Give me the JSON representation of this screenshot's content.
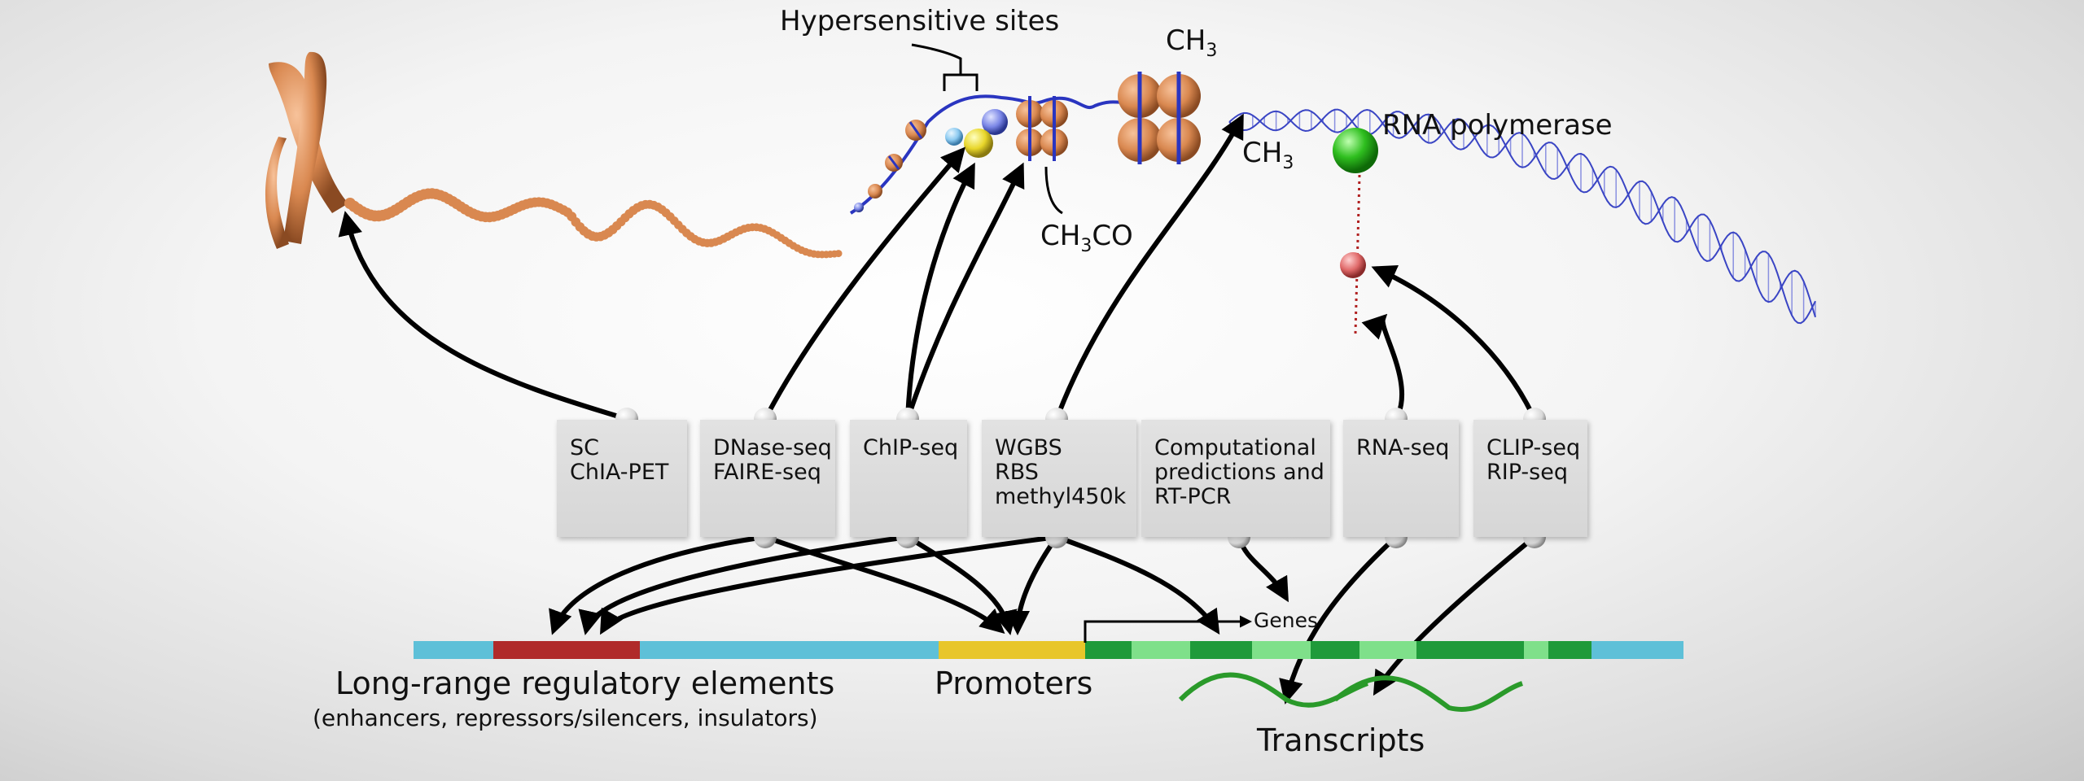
{
  "labels": {
    "hypersensitive_sites": "Hypersensitive sites",
    "ch3_top": "CH",
    "ch3_top_sub": "3",
    "ch3_mid": "CH",
    "ch3_mid_sub": "3",
    "acetyl_a": "CH",
    "acetyl_sub": "3",
    "acetyl_b": "CO",
    "rna_polymerase": "RNA polymerase",
    "genes": "Genes",
    "long_range_title": "Long-range regulatory elements",
    "long_range_subtitle": "(enhancers, repressors/silencers, insulators)",
    "promoters": "Promoters",
    "transcripts": "Transcripts"
  },
  "methods": [
    {
      "lines": [
        "SC",
        "ChIA-PET"
      ]
    },
    {
      "lines": [
        "DNase-seq",
        "FAIRE-seq"
      ]
    },
    {
      "lines": [
        "ChIP-seq"
      ]
    },
    {
      "lines": [
        "WGBS",
        "RBS",
        "methyl450k"
      ]
    },
    {
      "lines": [
        "Computational",
        "predictions and",
        "RT-PCR"
      ]
    },
    {
      "lines": [
        "RNA-seq"
      ]
    },
    {
      "lines": [
        "CLIP-seq",
        "RIP-seq"
      ]
    }
  ],
  "colors": {
    "chromosome": "#e39a6a",
    "dna_strand": "#3a45c4",
    "polymerase": "#33cc22",
    "enhancer": "#b02a2a",
    "promoter": "#e8c62a",
    "gene": "#1f9a3a",
    "gene_light": "#7fe08a",
    "track": "#5ec0d8",
    "transcript": "#2a9a2a"
  }
}
